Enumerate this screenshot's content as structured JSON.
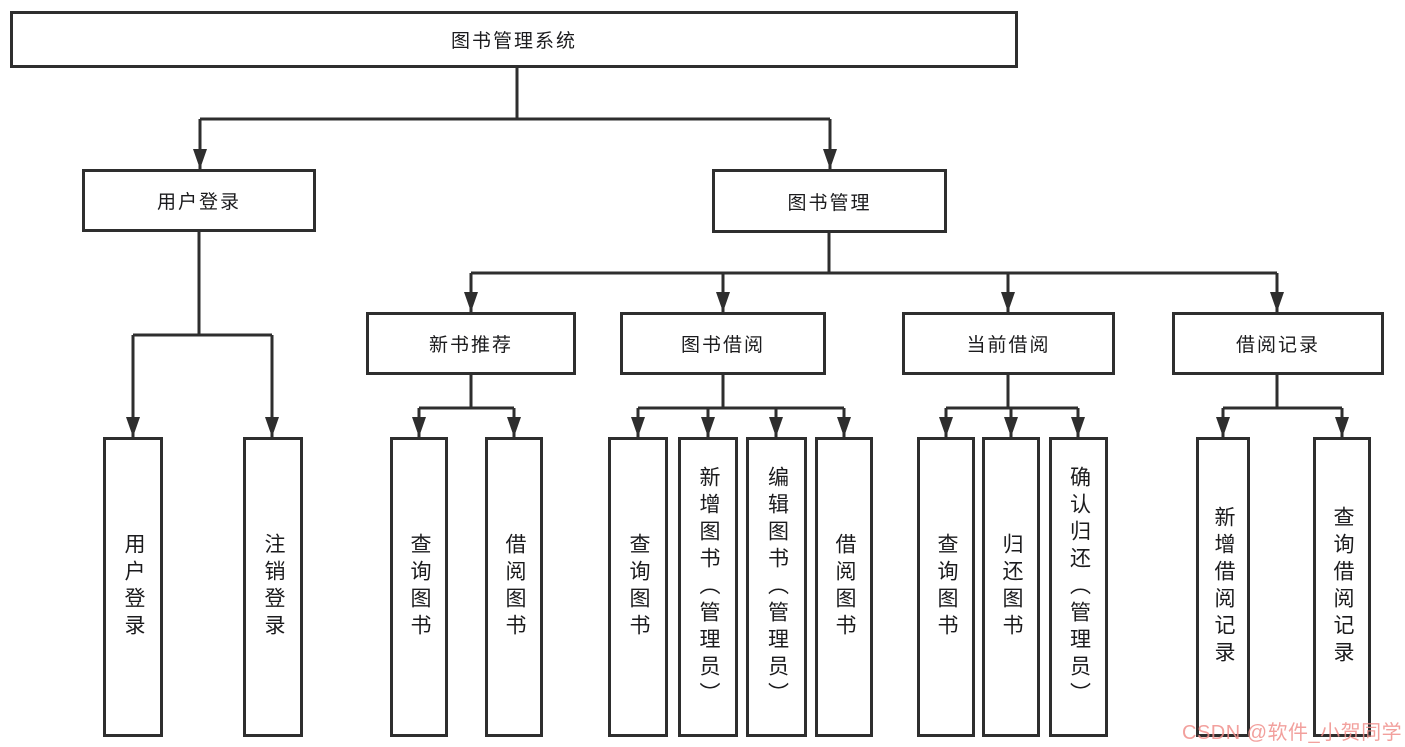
{
  "diagram_title": "图书管理系统",
  "nodes": {
    "root": {
      "label": "图书管理系统"
    },
    "user_login": {
      "label": "用户登录"
    },
    "book_mgmt": {
      "label": "图书管理"
    },
    "new_book": {
      "label": "新书推荐"
    },
    "borrow": {
      "label": "图书借阅"
    },
    "current": {
      "label": "当前借阅"
    },
    "records": {
      "label": "借阅记录"
    },
    "leaf_user_login": {
      "label": "用户登录"
    },
    "leaf_logout": {
      "label": "注销登录"
    },
    "leaf_nb_query": {
      "label": "查询图书"
    },
    "leaf_nb_borrow": {
      "label": "借阅图书"
    },
    "leaf_bw_query": {
      "label": "查询图书"
    },
    "leaf_bw_add": {
      "label": "新增图书（管理员）"
    },
    "leaf_bw_edit": {
      "label": "编辑图书（管理员）"
    },
    "leaf_bw_borrow": {
      "label": "借阅图书"
    },
    "leaf_cur_query": {
      "label": "查询图书"
    },
    "leaf_cur_return": {
      "label": "归还图书"
    },
    "leaf_cur_confirm": {
      "label": "确认归还（管理员）"
    },
    "leaf_rec_add": {
      "label": "新增借阅记录"
    },
    "leaf_rec_query": {
      "label": "查询借阅记录"
    }
  },
  "hierarchy": {
    "图书管理系统": {
      "用户登录": [
        "用户登录",
        "注销登录"
      ],
      "图书管理": {
        "新书推荐": [
          "查询图书",
          "借阅图书"
        ],
        "图书借阅": [
          "查询图书",
          "新增图书（管理员）",
          "编辑图书（管理员）",
          "借阅图书"
        ],
        "当前借阅": [
          "查询图书",
          "归还图书",
          "确认归还（管理员）"
        ],
        "借阅记录": [
          "新增借阅记录",
          "查询借阅记录"
        ]
      }
    }
  },
  "watermark": {
    "text": "CSDN @软件_小贺同学",
    "color": "#f0908c"
  },
  "colors": {
    "background": "#ffffff",
    "box_border": "#2e2e2e",
    "box_fill": "#ffffff",
    "line": "#2e2e2e",
    "text": "#1b1b1d"
  }
}
